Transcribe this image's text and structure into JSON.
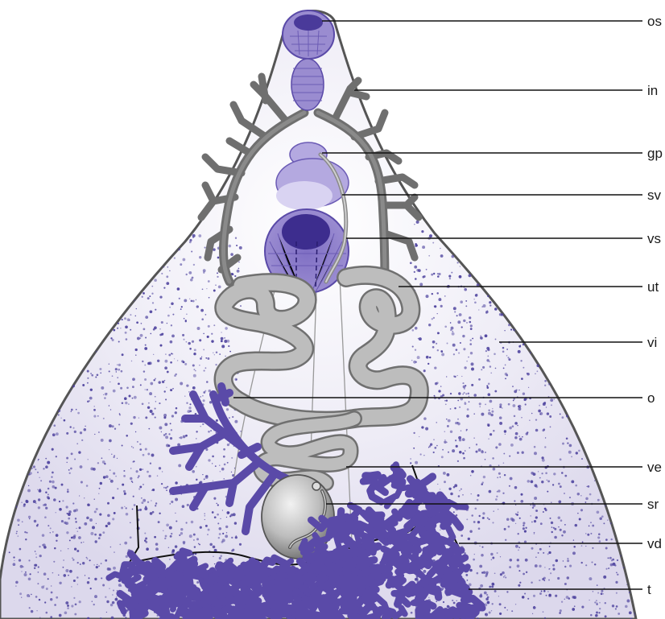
{
  "colors": {
    "body_fill": "#e9e7f3",
    "body_outline": "#555555",
    "purple": "#5a4aa8",
    "purple_light": "#a99bd6",
    "gray_organ": "#b9b9b9",
    "gray_outline": "#707070",
    "stipple": "#4a3f9c"
  },
  "labels": [
    {
      "key": "os",
      "text": "os"
    },
    {
      "key": "in",
      "text": "in"
    },
    {
      "key": "gp",
      "text": "gp"
    },
    {
      "key": "sv",
      "text": "sv"
    },
    {
      "key": "vs",
      "text": "vs"
    },
    {
      "key": "ut",
      "text": "ut"
    },
    {
      "key": "vi",
      "text": "vi"
    },
    {
      "key": "o",
      "text": "o"
    },
    {
      "key": "ve",
      "text": "ve"
    },
    {
      "key": "sr",
      "text": "sr"
    },
    {
      "key": "vd",
      "text": "vd"
    },
    {
      "key": "t",
      "text": "t"
    }
  ]
}
